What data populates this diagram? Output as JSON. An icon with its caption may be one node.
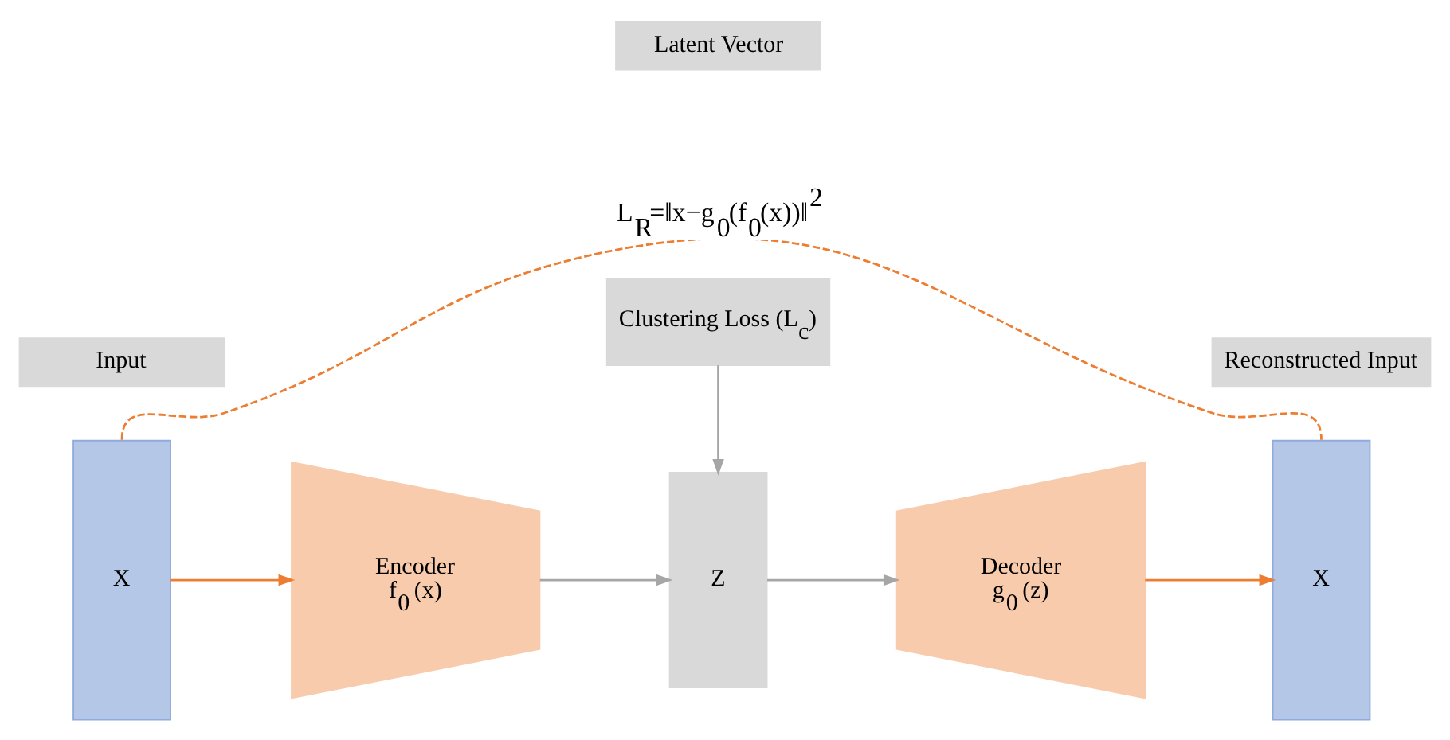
{
  "diagram": {
    "nodes": [
      {
        "text": [
          "X"
        ]
      },
      {
        "text": [
          "Encoder",
          "f$_{0}$ (x)"
        ]
      },
      {
        "text": [
          "Z"
        ]
      },
      {
        "text": [
          "Decoder",
          "g$_{0}$ (z)"
        ]
      },
      {
        "text": [
          "X"
        ]
      },
      {
        "text": [
          "Latent Vector"
        ]
      },
      {
        "text": [
          "Input"
        ]
      },
      {
        "text": [
          "Reconstructed Input"
        ]
      },
      {
        "text": [
          "Clustering Loss (L$_{c}$)"
        ]
      }
    ],
    "edges": [
      {
        "from": 0,
        "to": 1,
        "arrow": "to",
        "color": "#ed7d31"
      },
      {
        "from": 1,
        "to": 2,
        "arrow": "to",
        "color": "#a6a6a6"
      },
      {
        "from": 2,
        "to": 3,
        "arrow": "to",
        "color": "#a6a6a6"
      },
      {
        "from": 3,
        "to": 4,
        "arrow": "to",
        "color": "#ed7d31"
      },
      {
        "from": 8,
        "to": 2,
        "arrow": "to",
        "color": "#a6a6a6"
      },
      {
        "from": 0,
        "to": 4,
        "arrow": "none",
        "style": "dashed",
        "color": "#ed7d31",
        "label": "L$_{R}$=‖x−g$_{0}$(f$_{0}$(x))‖$^{2}$"
      }
    ]
  }
}
